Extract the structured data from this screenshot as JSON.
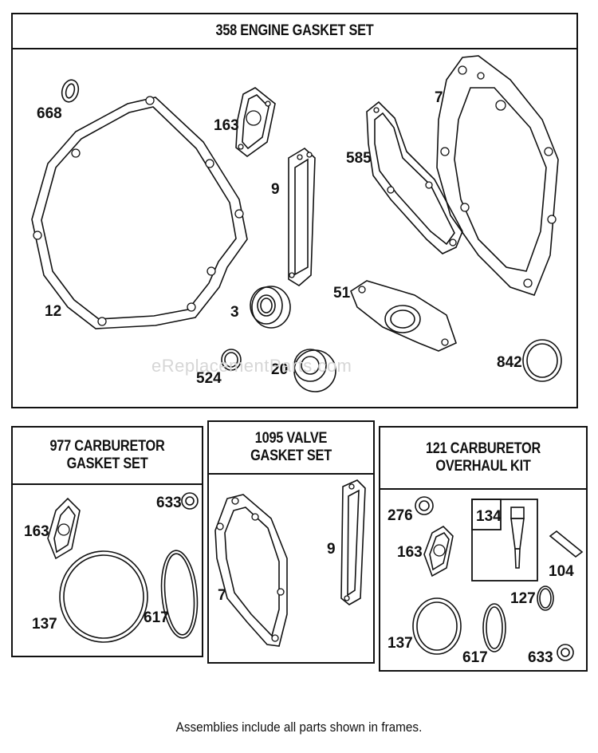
{
  "frames": {
    "engine": {
      "title": "358 ENGINE GASKET SET",
      "labels": {
        "p668": "668",
        "p12": "12",
        "p163": "163",
        "p9": "9",
        "p3": "3",
        "p524": "524",
        "p20": "20",
        "p585": "585",
        "p7": "7",
        "p51": "51",
        "p842": "842"
      }
    },
    "carb": {
      "title_line1": "977 CARBURETOR",
      "title_line2": "GASKET SET",
      "labels": {
        "p163": "163",
        "p633": "633",
        "p137": "137",
        "p617": "617"
      }
    },
    "valve": {
      "title_line1": "1095 VALVE",
      "title_line2": "GASKET SET",
      "labels": {
        "p7": "7",
        "p9": "9"
      }
    },
    "overhaul": {
      "title_line1": "121 CARBURETOR",
      "title_line2": "OVERHAUL KIT",
      "labels": {
        "p276": "276",
        "p134": "134",
        "p163": "163",
        "p104": "104",
        "p127": "127",
        "p137": "137",
        "p617": "617",
        "p633": "633"
      }
    }
  },
  "watermark": "eReplacementParts.com",
  "footer": "Assemblies include all parts shown in frames."
}
